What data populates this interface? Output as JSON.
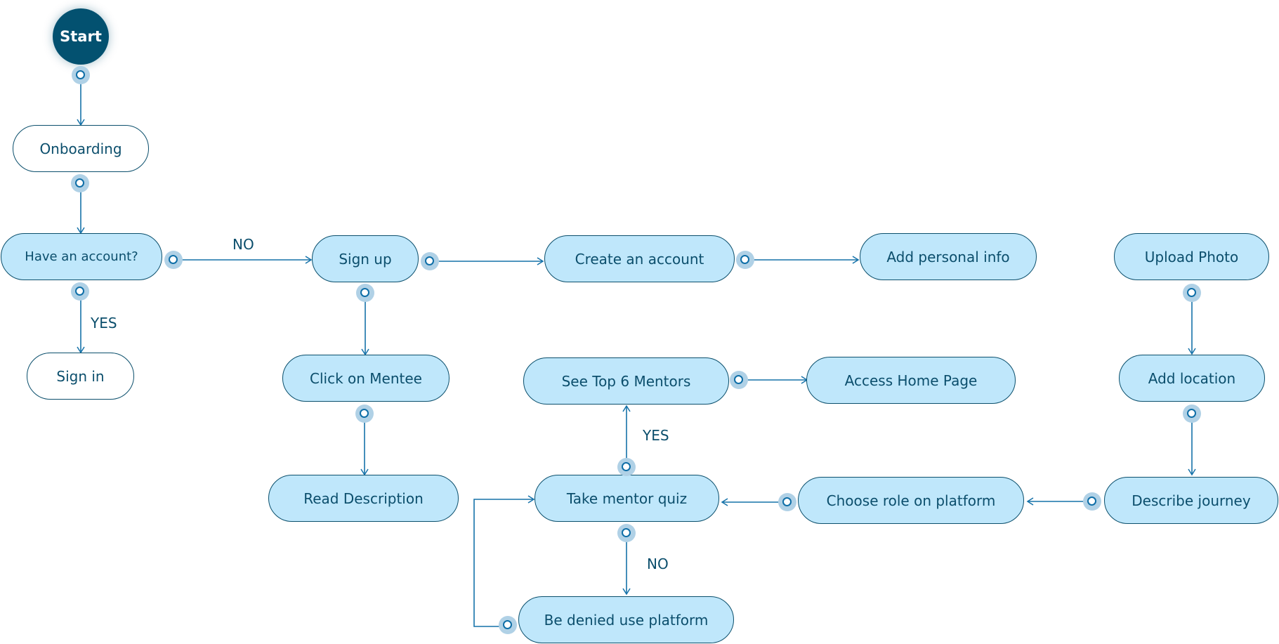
{
  "colors": {
    "node_fill": "#bfe7fb",
    "node_border": "#0b4f6c",
    "start_fill": "#035170",
    "edge": "#1572a9",
    "handle_halo": "#b0d1e6",
    "text": "#0b4e6c"
  },
  "nodes": {
    "start": "Start",
    "onboarding": "Onboarding",
    "have_account": "Have an account?",
    "sign_in": "Sign in",
    "sign_up": "Sign up",
    "click_mentee": "Click on Mentee",
    "read_description": "Read Description",
    "create_account": "Create an account",
    "add_personal_info": "Add personal info",
    "upload_photo": "Upload Photo",
    "add_location": "Add location",
    "describe_journey": "Describe journey",
    "choose_role": "Choose role on platform",
    "take_quiz": "Take mentor quiz",
    "denied": "Be denied use platform",
    "top_mentors": "See Top 6 Mentors",
    "access_home": "Access Home Page"
  },
  "edge_labels": {
    "account_no": "NO",
    "account_yes": "YES",
    "quiz_yes": "YES",
    "quiz_no": "NO"
  }
}
